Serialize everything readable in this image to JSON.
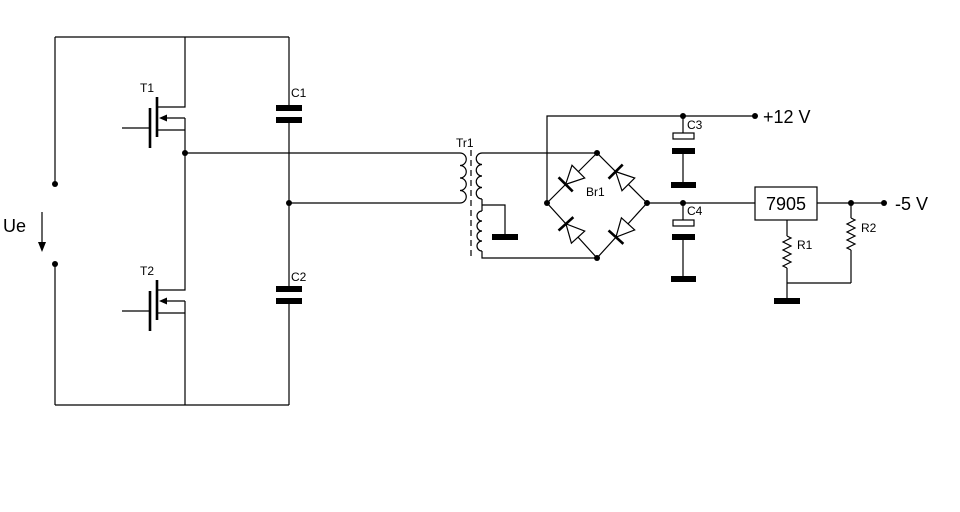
{
  "diagram": {
    "input_label": "Ue",
    "mosfets": {
      "t1": "T1",
      "t2": "T2"
    },
    "capacitors": {
      "c1": "C1",
      "c2": "C2",
      "c3": "C3",
      "c4": "C4"
    },
    "transformer": "Tr1",
    "bridge": "Br1",
    "regulator": "7905",
    "resistors": {
      "r1": "R1",
      "r2": "R2"
    },
    "outputs": {
      "positive": "+12 V",
      "negative": "-5 V"
    }
  },
  "colors": {
    "wire": "#000000",
    "background": "#ffffff"
  }
}
